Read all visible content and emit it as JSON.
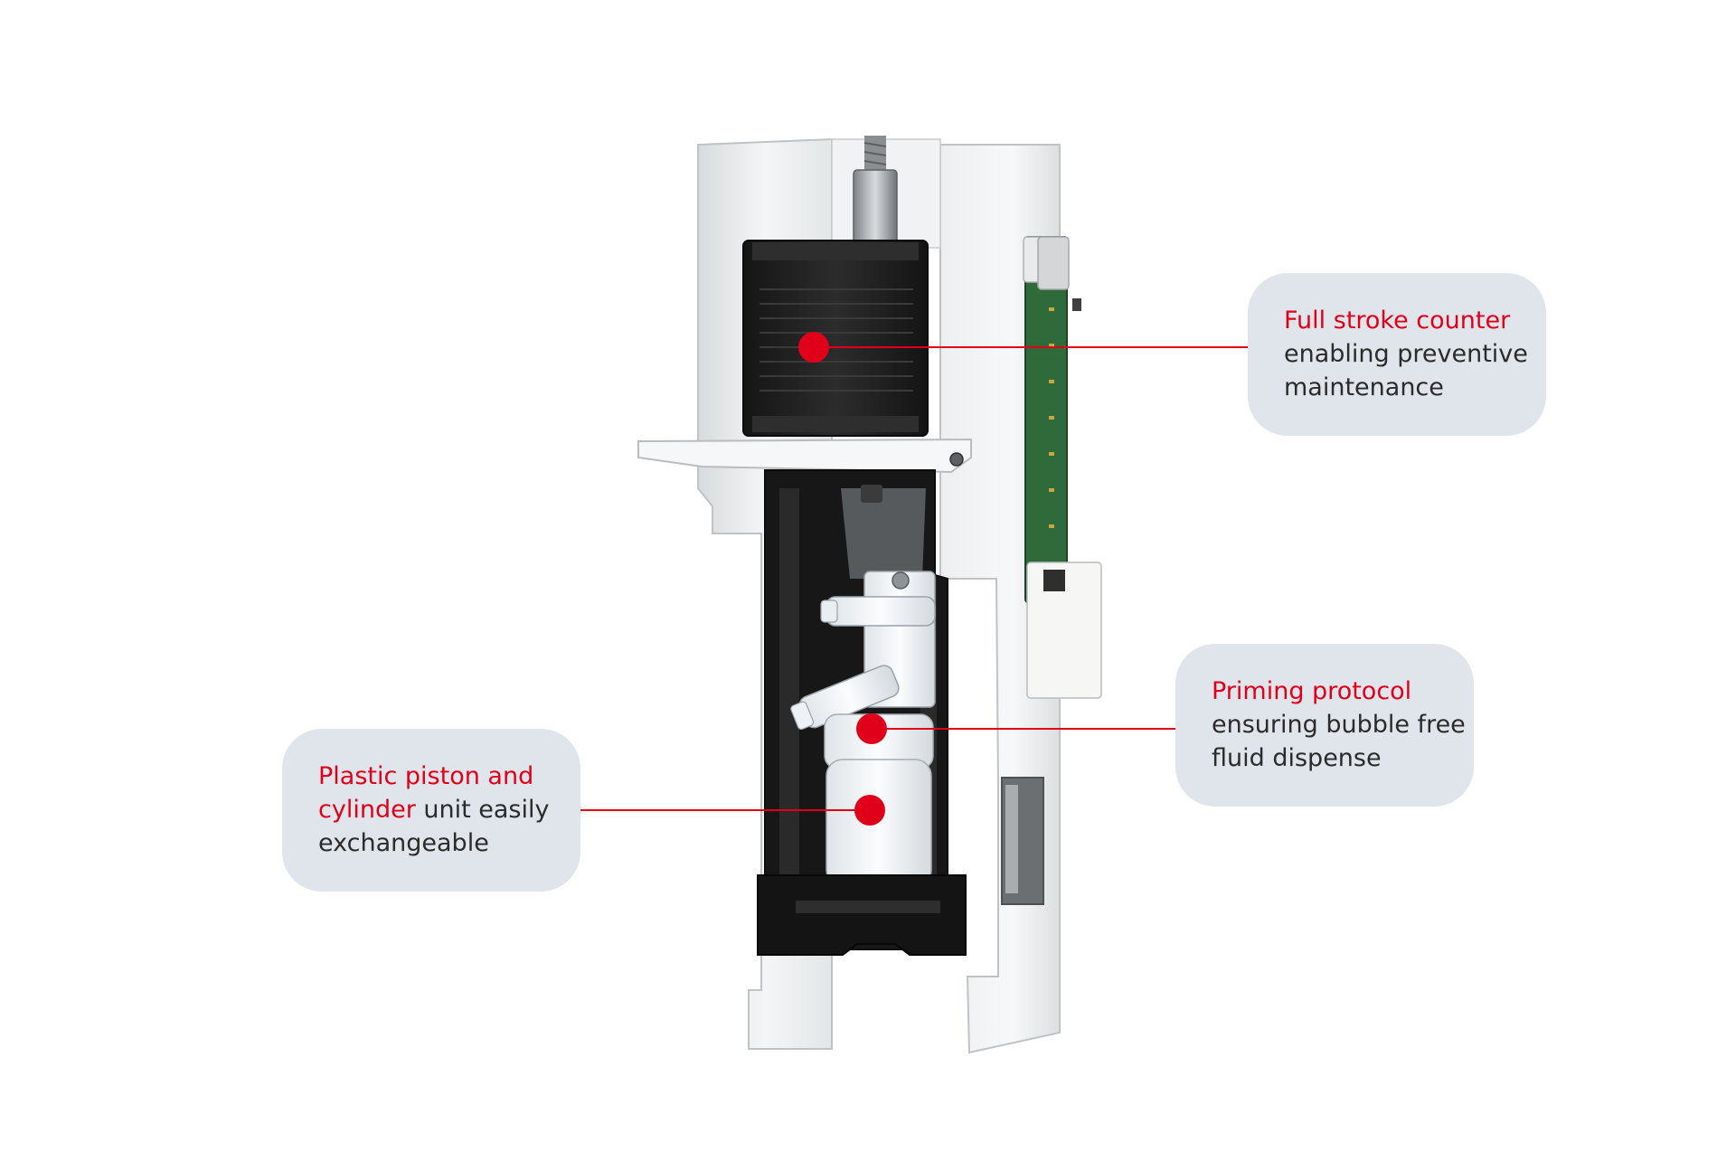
{
  "callouts": {
    "stroke": {
      "title": "Full stroke counter",
      "line2": "enabling preventive",
      "line3": "maintenance"
    },
    "priming": {
      "title": "Priming protocol",
      "line2": "ensuring bubble free",
      "line3": "fluid dispense"
    },
    "piston": {
      "line1": "Plastic piston and",
      "line2_highlight": "cylinder",
      "line2_rest": " unit easily",
      "line3": "exchangeable"
    }
  },
  "colors": {
    "accent": "#e1001a",
    "bubble": "#dfe5ea",
    "text": "#2b2b2b",
    "metal": "#e7e9ea",
    "motor": "#1e1e1e",
    "pcb": "#2f6b3a"
  }
}
